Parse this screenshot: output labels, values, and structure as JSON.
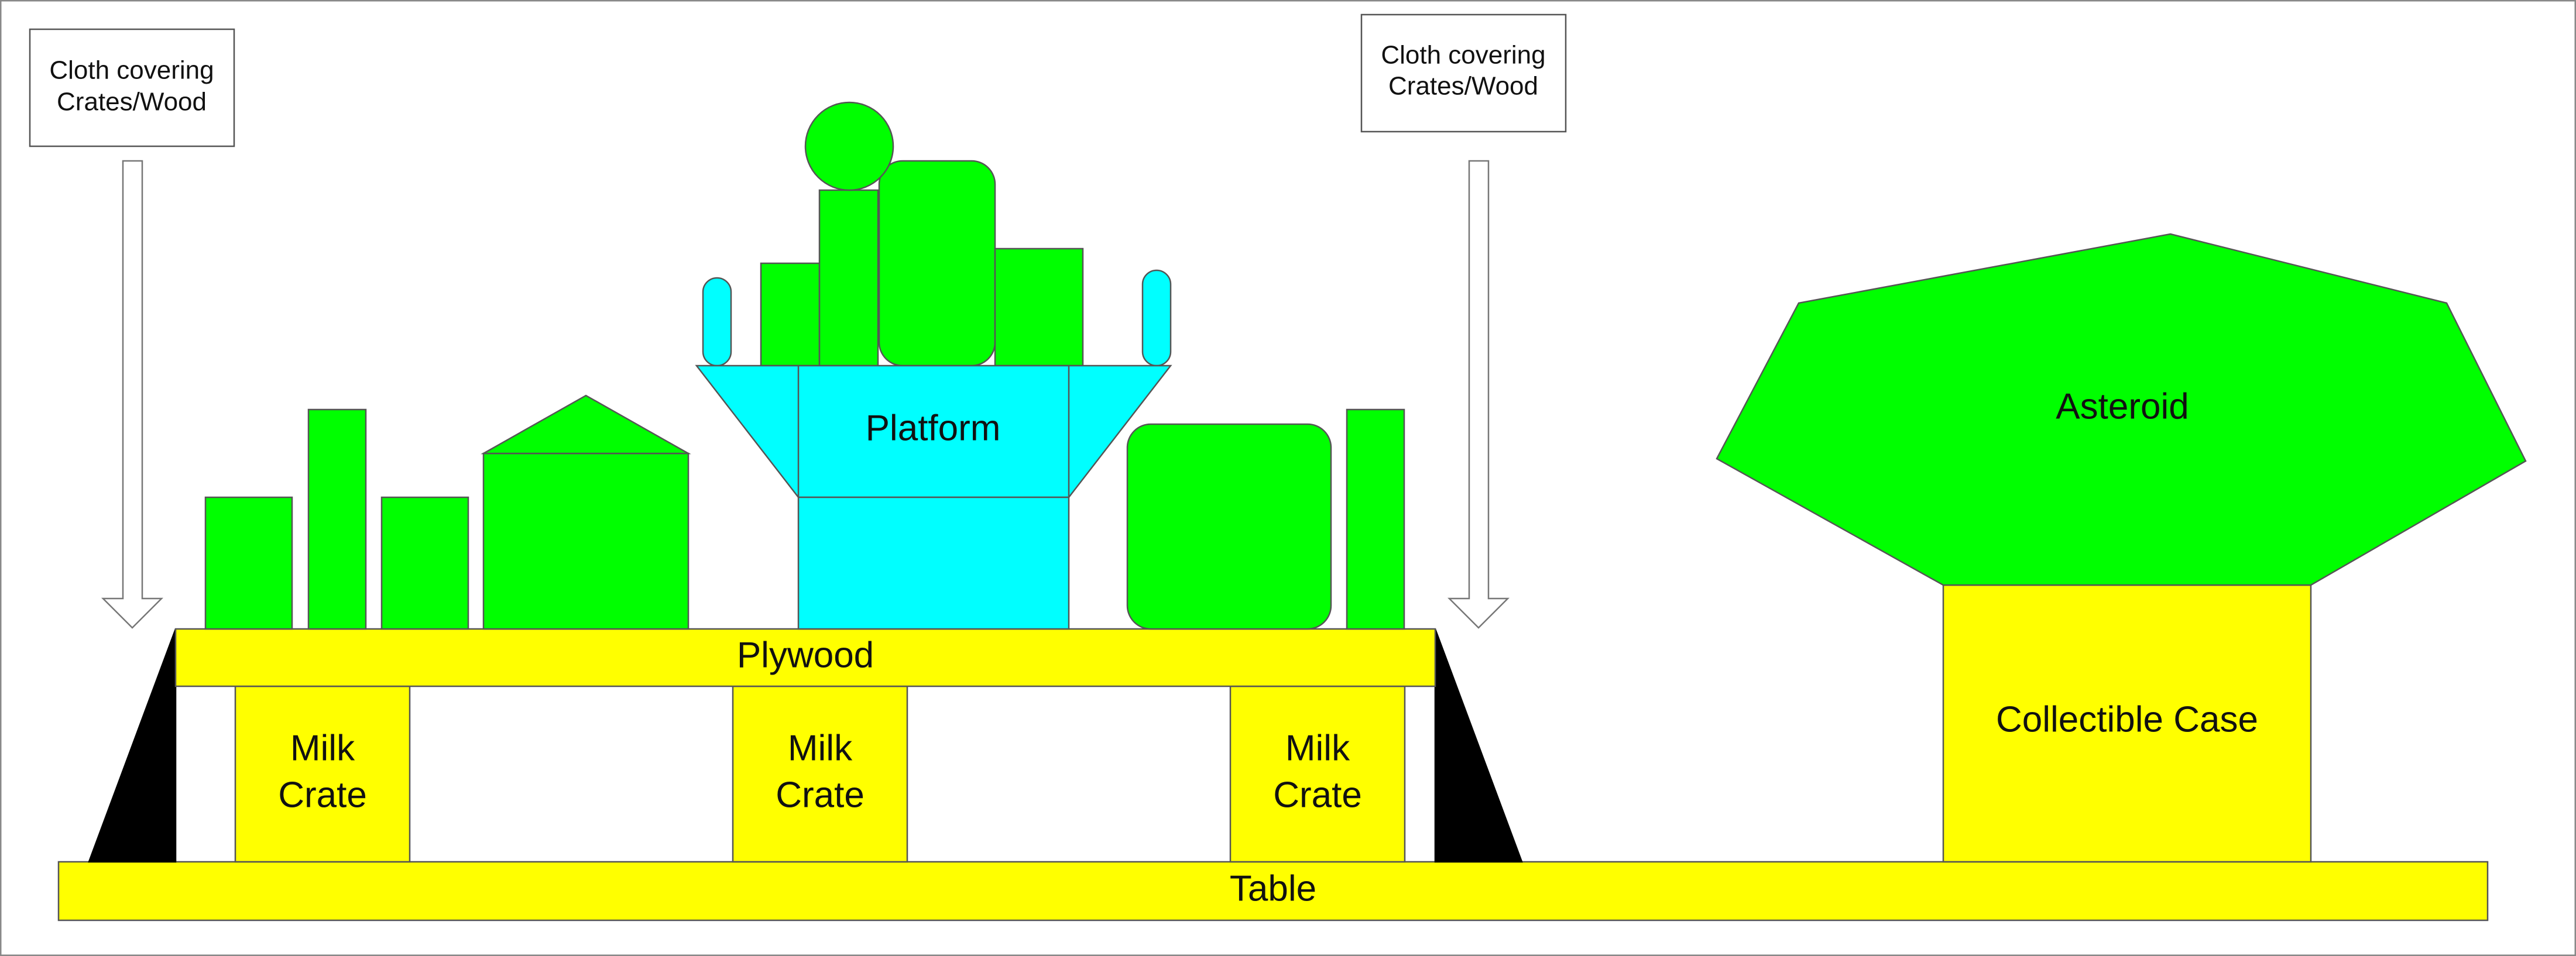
{
  "labels": {
    "cloth_left": [
      "Cloth covering",
      "Crates/Wood"
    ],
    "cloth_right": [
      "Cloth covering",
      "Crates/Wood"
    ],
    "platform": "Platform",
    "plywood": "Plywood",
    "milk_crates": [
      [
        "Milk",
        "Crate"
      ],
      [
        "Milk",
        "Crate"
      ],
      [
        "Milk",
        "Crate"
      ]
    ],
    "table": "Table",
    "asteroid": "Asteroid",
    "collectible_case": "Collectible Case"
  },
  "colors": {
    "green": "#00ff00",
    "cyan": "#00ffff",
    "yellow": "#ffff00",
    "black": "#000000",
    "outline": "#555555"
  }
}
